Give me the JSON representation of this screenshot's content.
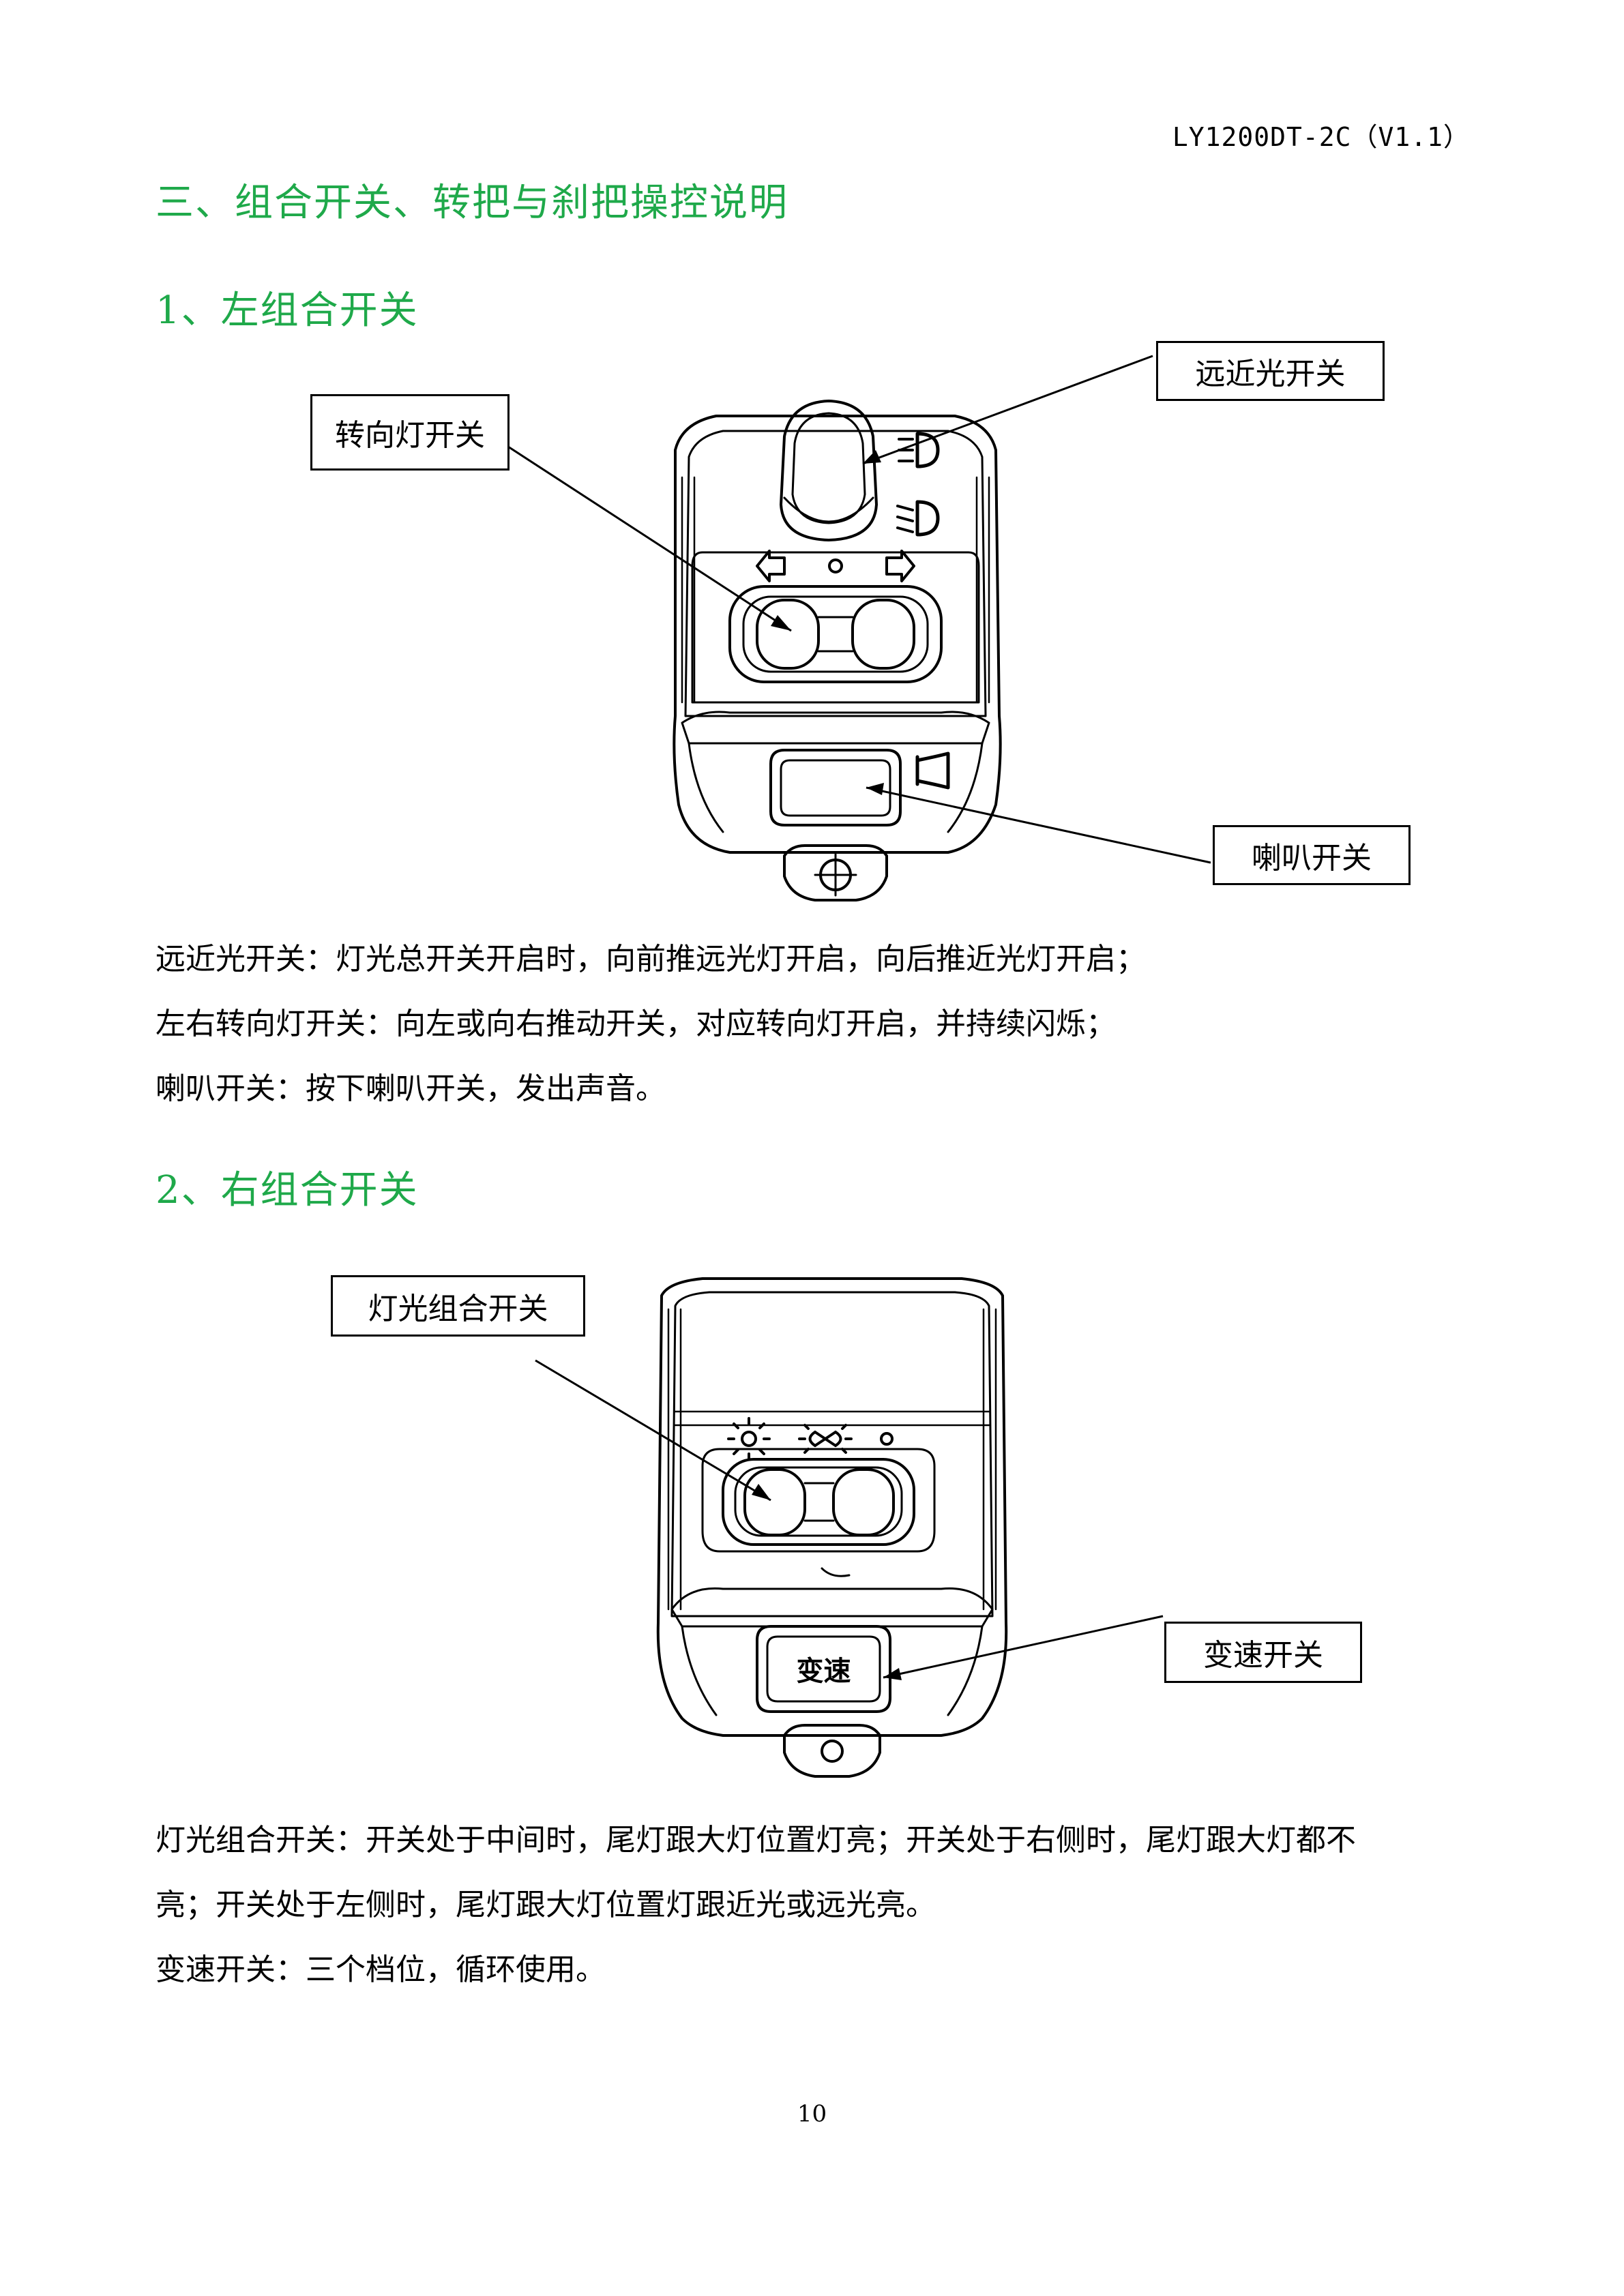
{
  "header": {
    "doc_id": "LY1200DT-2C（V1.1）"
  },
  "section_title": "三、组合开关、转把与刹把操控说明",
  "left_switch": {
    "heading": "1、左组合开关",
    "callouts": {
      "turn": "转向灯开关",
      "beam": "远近光开关",
      "horn": "喇叭开关"
    },
    "descriptions": [
      "远近光开关：灯光总开关开启时，向前推远光灯开启，向后推近光灯开启；",
      "左右转向灯开关：向左或向右推动开关，对应转向灯开启，并持续闪烁；",
      "喇叭开关：按下喇叭开关，发出声音。"
    ]
  },
  "right_switch": {
    "heading": "2、右组合开关",
    "callouts": {
      "light": "灯光组合开关",
      "speed": "变速开关"
    },
    "button_label": "变速",
    "descriptions": [
      "灯光组合开关：开关处于中间时，尾灯跟大灯位置灯亮；开关处于右侧时，尾灯跟大灯都不",
      "亮；开关处于左侧时，尾灯跟大灯位置灯跟近光或远光亮。",
      "变速开关：三个档位，循环使用。"
    ]
  },
  "footer": {
    "page_number": "10"
  }
}
